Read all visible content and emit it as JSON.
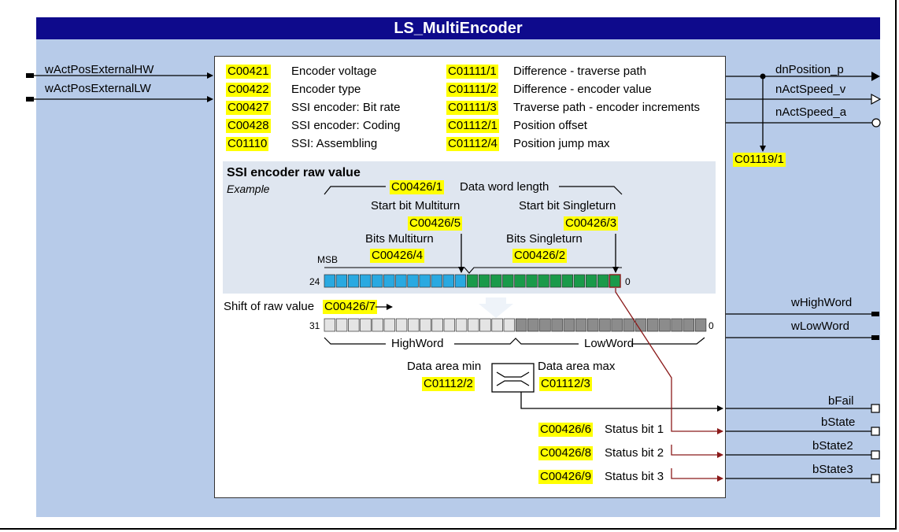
{
  "title": "LS_MultiEncoder",
  "inputs": [
    "wActPosExternalHW",
    "wActPosExternalLW"
  ],
  "outputs": {
    "pos": "dnPosition_p",
    "speed_v": "nActSpeed_v",
    "speed_a": "nActSpeed_a",
    "whigh": "wHighWord",
    "wlow": "wLowWord",
    "bfail": "bFail",
    "bstate": "bState",
    "bstate2": "bState2",
    "bstate3": "bState3"
  },
  "output_code": "C01119/1",
  "params_left": [
    {
      "code": "C00421",
      "label": "Encoder voltage"
    },
    {
      "code": "C00422",
      "label": "Encoder type"
    },
    {
      "code": "C00427",
      "label": "SSI encoder: Bit rate"
    },
    {
      "code": "C00428",
      "label": "SSI encoder: Coding"
    },
    {
      "code": "C01110",
      "label": "SSI: Assembling"
    }
  ],
  "params_right": [
    {
      "code": "C01111/1",
      "label": "Difference - traverse path"
    },
    {
      "code": "C01111/2",
      "label": "Difference - encoder value"
    },
    {
      "code": "C01111/3",
      "label": "Traverse path - encoder increments"
    },
    {
      "code": "C01112/1",
      "label": "Position offset"
    },
    {
      "code": "C01112/4",
      "label": "Position jump max"
    }
  ],
  "raw": {
    "title": "SSI encoder raw value",
    "example": "Example",
    "word_len_code": "C00426/1",
    "word_len_label": "Data word length",
    "start_mt_label": "Start bit Multiturn",
    "start_mt_code": "C00426/5",
    "start_st_label": "Start bit Singleturn",
    "start_st_code": "C00426/3",
    "bits_mt_label": "Bits Multiturn",
    "bits_mt_code": "C00426/4",
    "bits_st_label": "Bits Singleturn",
    "bits_st_code": "C00426/2",
    "msb": "MSB",
    "n24": "24",
    "n0": "0"
  },
  "shift": {
    "label": "Shift of raw value",
    "code": "C00426/7",
    "n31": "31",
    "n0": "0",
    "high": "HighWord",
    "low": "LowWord"
  },
  "area": {
    "min_label": "Data area min",
    "max_label": "Data area max",
    "min_code": "C01112/2",
    "max_code": "C01112/3"
  },
  "status": [
    {
      "code": "C00426/6",
      "label": "Status bit 1"
    },
    {
      "code": "C00426/8",
      "label": "Status bit 2"
    },
    {
      "code": "C00426/9",
      "label": "Status bit 3"
    }
  ],
  "colors": {
    "block": "#b7cbe9",
    "title": "#0e0a8c",
    "highlight": "#ffff00",
    "multiturn": "#29a9e1",
    "singleturn": "#1a9a4a",
    "high_bits": "#e4e4e4",
    "low_bits": "#8c8c8c",
    "status_line": "#8b1a1a"
  }
}
